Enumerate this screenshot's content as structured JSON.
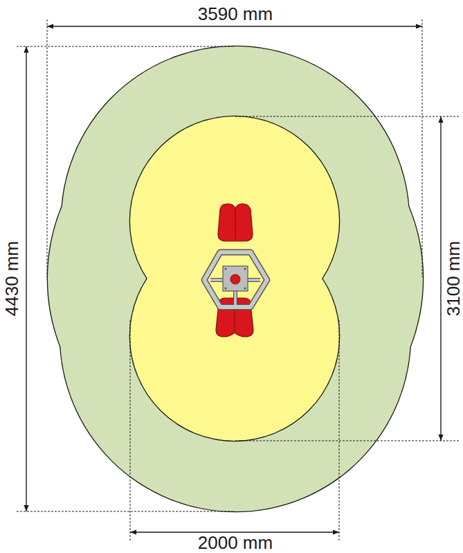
{
  "diagram": {
    "labels": [
      "3590 mm",
      "4430 mm",
      "3100 mm",
      "2000 mm"
    ]
  }
}
